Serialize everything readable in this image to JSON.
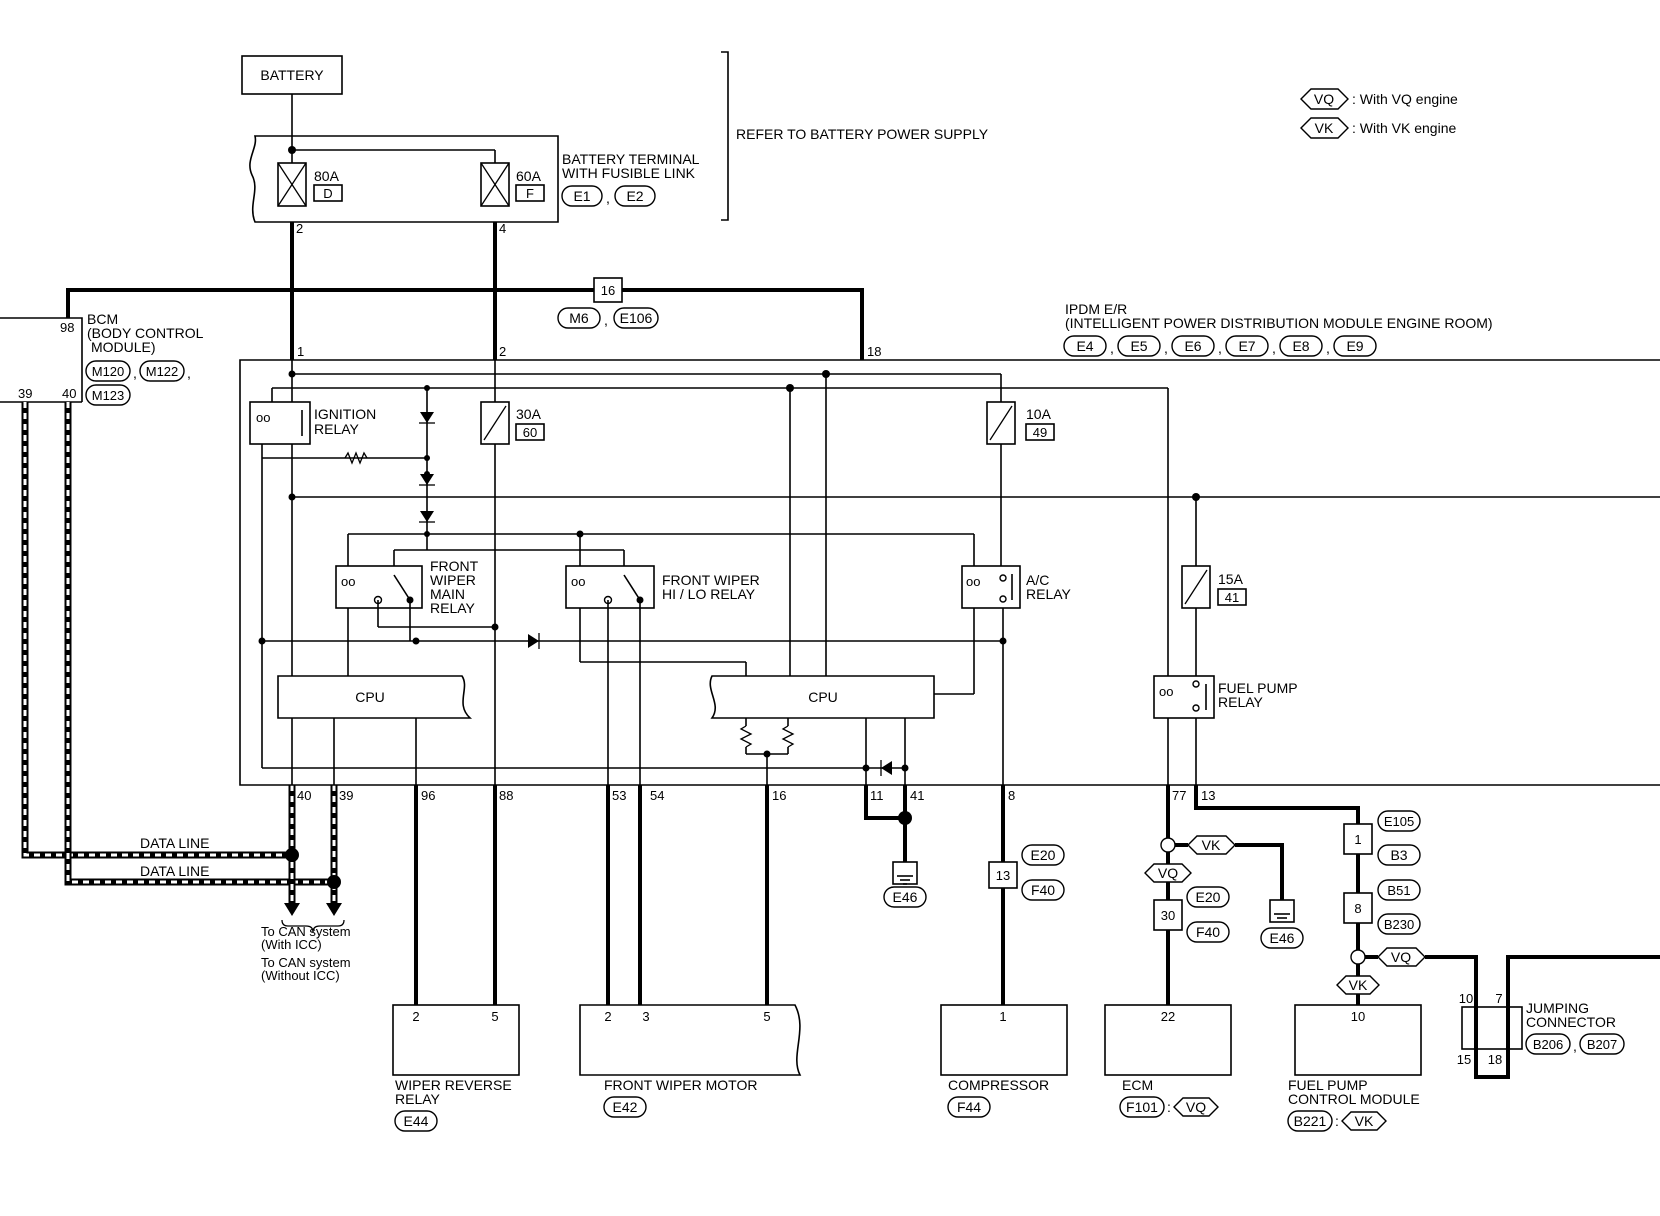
{
  "legend": {
    "vq_tag": "VQ",
    "vq_text": ": With VQ engine",
    "vk_tag": "VK",
    "vk_text": ": With VK engine"
  },
  "battery": {
    "label": "BATTERY"
  },
  "fusible_link": {
    "label_1": "BATTERY TERMINAL",
    "label_2": "WITH FUSIBLE LINK",
    "fuse_a_amp": "80A",
    "fuse_a_code": "D",
    "fuse_b_amp": "60A",
    "fuse_b_code": "F",
    "conn_1": "E1",
    "conn_2": "E2",
    "pin_a": "2",
    "pin_b": "4"
  },
  "refer_text": "REFER TO BATTERY POWER SUPPLY",
  "joint": {
    "pin": "16",
    "conn_1": "M6",
    "conn_2": "E106"
  },
  "bcm": {
    "name": "BCM",
    "desc_1": "(BODY CONTROL",
    "desc_2": "MODULE)",
    "conn_1": "M120",
    "conn_2": "M122",
    "conn_3": "M123",
    "pin_98": "98",
    "pin_39": "39",
    "pin_40": "40"
  },
  "ipdm": {
    "title_1": "IPDM E/R",
    "title_2": "(INTELLIGENT POWER DISTRIBUTION MODULE ENGINE ROOM)",
    "connectors": [
      "E4",
      "E5",
      "E6",
      "E7",
      "E8",
      "E9"
    ],
    "top_pins": [
      "1",
      "2",
      "18"
    ],
    "bottom_pins": [
      "40",
      "39",
      "96",
      "88",
      "53",
      "54",
      "16",
      "11",
      "41",
      "8",
      "77",
      "13"
    ]
  },
  "components": {
    "ignition_relay": [
      "IGNITION",
      "RELAY"
    ],
    "fuse_30a": {
      "amp": "30A",
      "num": "60"
    },
    "fuse_10a": {
      "amp": "10A",
      "num": "49"
    },
    "fuse_15a": {
      "amp": "15A",
      "num": "41"
    },
    "front_wiper_main_relay": [
      "FRONT",
      "WIPER",
      "MAIN",
      "RELAY"
    ],
    "front_wiper_hilo_relay": [
      "FRONT WIPER",
      "HI / LO RELAY"
    ],
    "ac_relay": [
      "A/C",
      "RELAY"
    ],
    "fuel_pump_relay": [
      "FUEL PUMP",
      "RELAY"
    ],
    "cpu_1": "CPU",
    "cpu_2": "CPU"
  },
  "data_line": {
    "label_1": "DATA LINE",
    "label_2": "DATA LINE"
  },
  "can": {
    "line_1": "To CAN system",
    "line_2": "(With ICC)",
    "line_3": "To CAN system",
    "line_4": "(Without ICC)"
  },
  "ground": {
    "e46_a": "E46",
    "e46_b": "E46"
  },
  "compressor_feed": {
    "pin": "13",
    "conn_1": "E20",
    "conn_2": "F40"
  },
  "ecm_feed": {
    "vk": "VK",
    "vq": "VQ",
    "pin": "30",
    "conn_1": "E20",
    "conn_2": "F40"
  },
  "fuel_feed": {
    "pin_1": "1",
    "conn_1a": "E105",
    "conn_1b": "B3",
    "pin_2": "8",
    "conn_2a": "B51",
    "conn_2b": "B230",
    "vq": "VQ",
    "vk": "VK"
  },
  "wiper_reverse_relay": {
    "label_1": "WIPER REVERSE",
    "label_2": "RELAY",
    "conn": "E44",
    "pins": [
      "2",
      "5"
    ]
  },
  "front_wiper_motor": {
    "label": "FRONT WIPER MOTOR",
    "conn": "E42",
    "pins": [
      "2",
      "3",
      "5"
    ]
  },
  "compressor": {
    "label": "COMPRESSOR",
    "conn": "F44",
    "pin": "1"
  },
  "ecm": {
    "label": "ECM",
    "conn": "F101",
    "tag": "VQ",
    "pin": "22"
  },
  "fuel_pump_cm": {
    "label_1": "FUEL PUMP",
    "label_2": "CONTROL MODULE",
    "conn": "B221",
    "tag": "VK",
    "pin": "10"
  },
  "jumping_connector": {
    "label_1": "JUMPING",
    "label_2": "CONNECTOR",
    "conn_1": "B206",
    "conn_2": "B207",
    "pins": [
      "10",
      "7",
      "15",
      "18"
    ]
  }
}
